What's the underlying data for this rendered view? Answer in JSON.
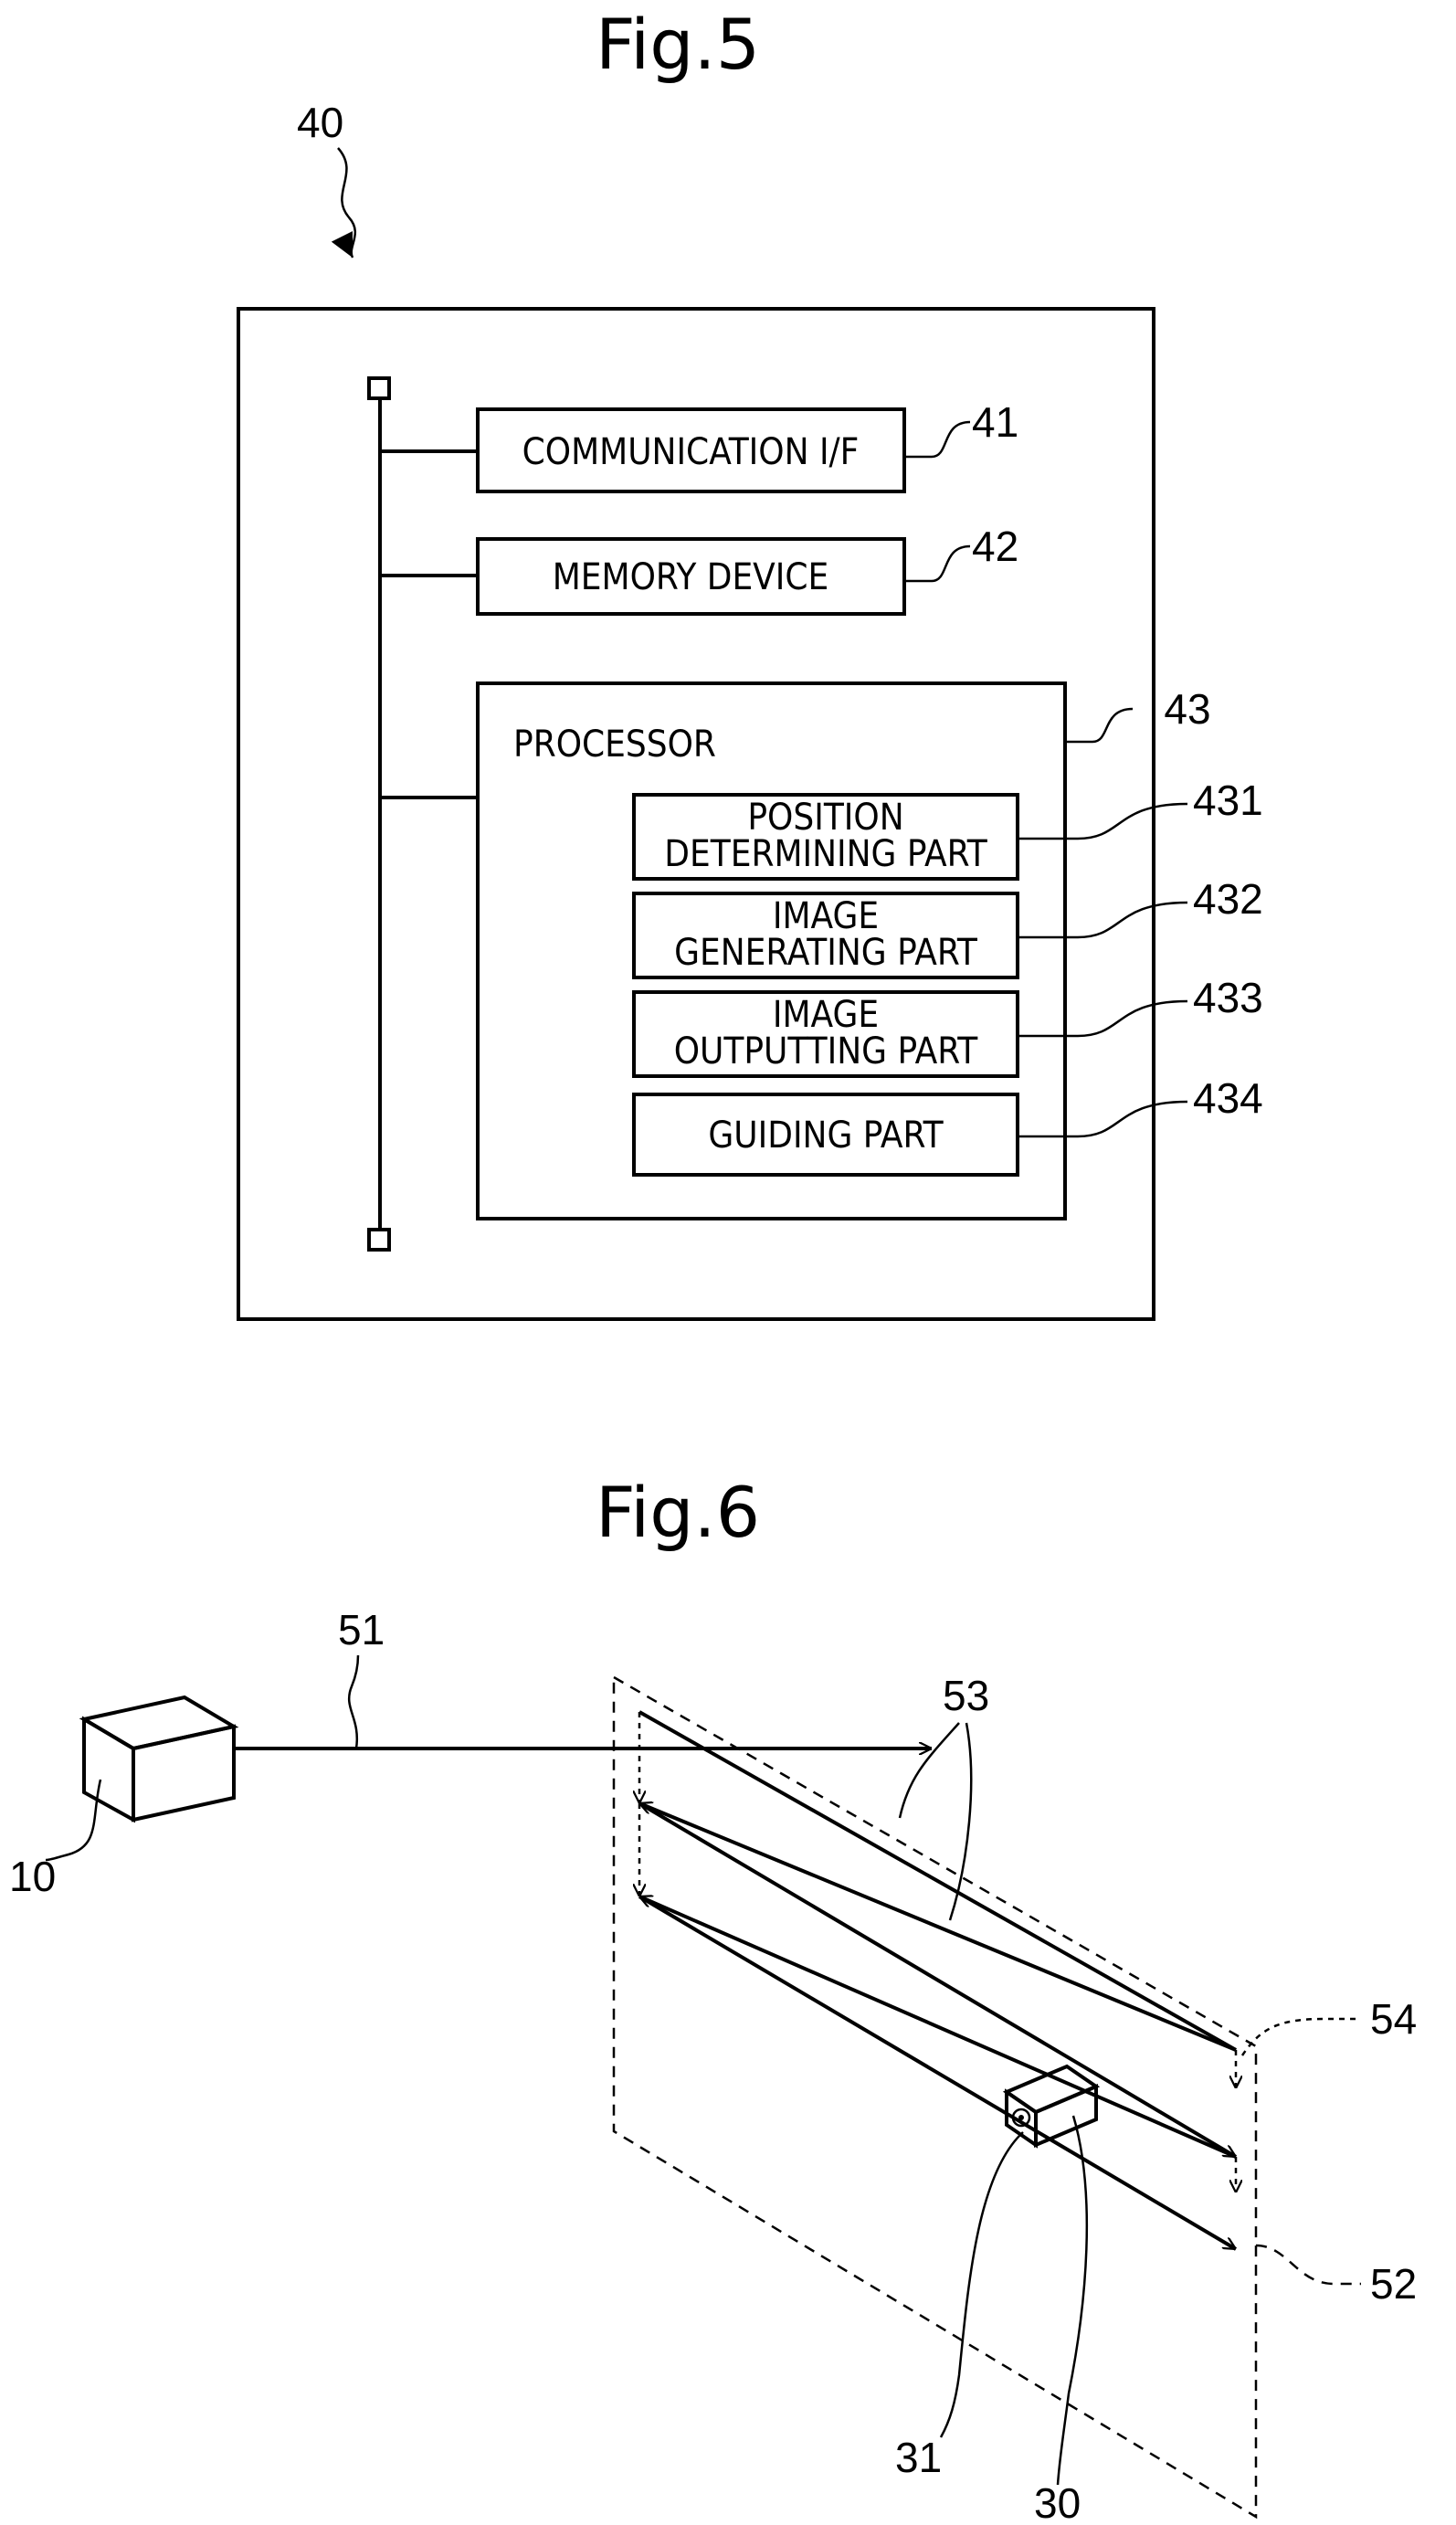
{
  "fig5": {
    "title": "Fig.5",
    "ref_device": "40",
    "comm": {
      "label": "COMMUNICATION I/F",
      "ref": "41"
    },
    "memory": {
      "label": "MEMORY DEVICE",
      "ref": "42"
    },
    "processor": {
      "label": "PROCESSOR",
      "ref": "43"
    },
    "position": {
      "line1": "POSITION",
      "line2": "DETERMINING PART",
      "ref": "431"
    },
    "image_gen": {
      "line1": "IMAGE",
      "line2": "GENERATING PART",
      "ref": "432"
    },
    "image_out": {
      "line1": "IMAGE",
      "line2": "OUTPUTTING PART",
      "ref": "433"
    },
    "guiding": {
      "label": "GUIDING PART",
      "ref": "434"
    }
  },
  "fig6": {
    "title": "Fig.6",
    "ref_10": "10",
    "ref_51": "51",
    "ref_53": "53",
    "ref_54": "54",
    "ref_52": "52",
    "ref_31": "31",
    "ref_30": "30"
  }
}
